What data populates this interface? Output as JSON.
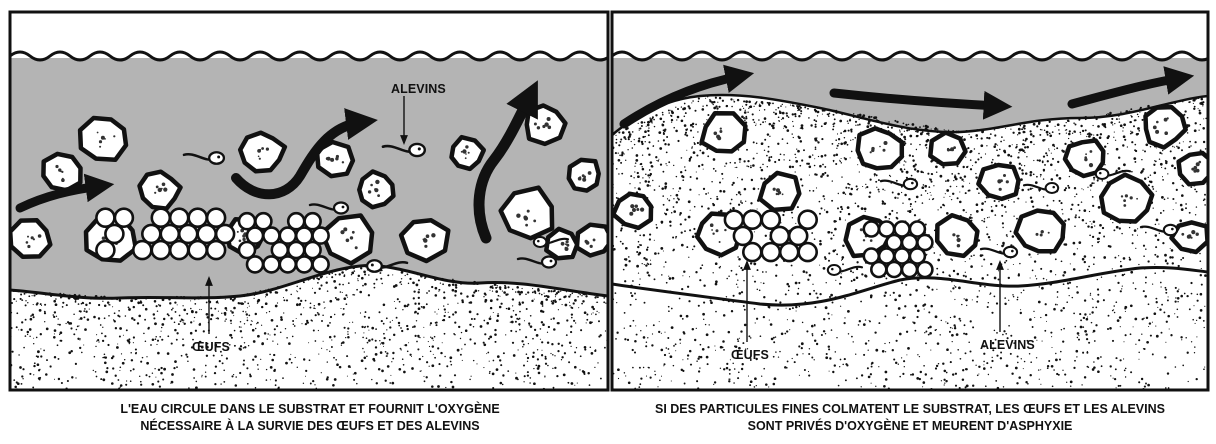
{
  "panels": [
    {
      "id": "clean",
      "labels": {
        "alevins": "ALEVINS",
        "oeufs": "ŒUFS"
      },
      "caption": [
        "L'EAU CIRCULE DANS LE SUBSTRAT ET FOURNIT L'OXYGÈNE",
        "NÉCESSAIRE À LA SURVIE DES ŒUFS ET DES ALEVINS"
      ]
    },
    {
      "id": "clogged",
      "labels": {
        "oeufs": "ŒUFS",
        "alevins": "ALEVINS"
      },
      "caption": [
        "SI DES PARTICULES FINES COLMATENT LE SUBSTRAT, LES ŒUFS ET LES ALEVINS",
        "SONT PRIVÉS D'OXYGÈNE ET MEURENT D'ASPHYXIE"
      ]
    }
  ],
  "colors": {
    "water": "#b4b4b4",
    "ink": "#111111",
    "paper": "#ffffff"
  }
}
